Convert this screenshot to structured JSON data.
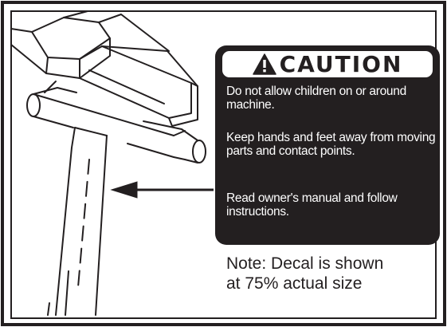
{
  "decal": {
    "header": {
      "icon": "warning-triangle-icon",
      "word": "CAUTION"
    },
    "messages": [
      "Do not allow children on or around machine.",
      "Keep hands and feet away from moving parts and contact points.",
      "Read owner's manual and follow instructions."
    ]
  },
  "note": {
    "line1": "Note: Decal is shown",
    "line2": "at 75% actual size"
  },
  "colors": {
    "decal_background": "#231f20",
    "text_on_decal": "#ffffff",
    "line_art": "#231f20",
    "page_background": "#ffffff"
  }
}
